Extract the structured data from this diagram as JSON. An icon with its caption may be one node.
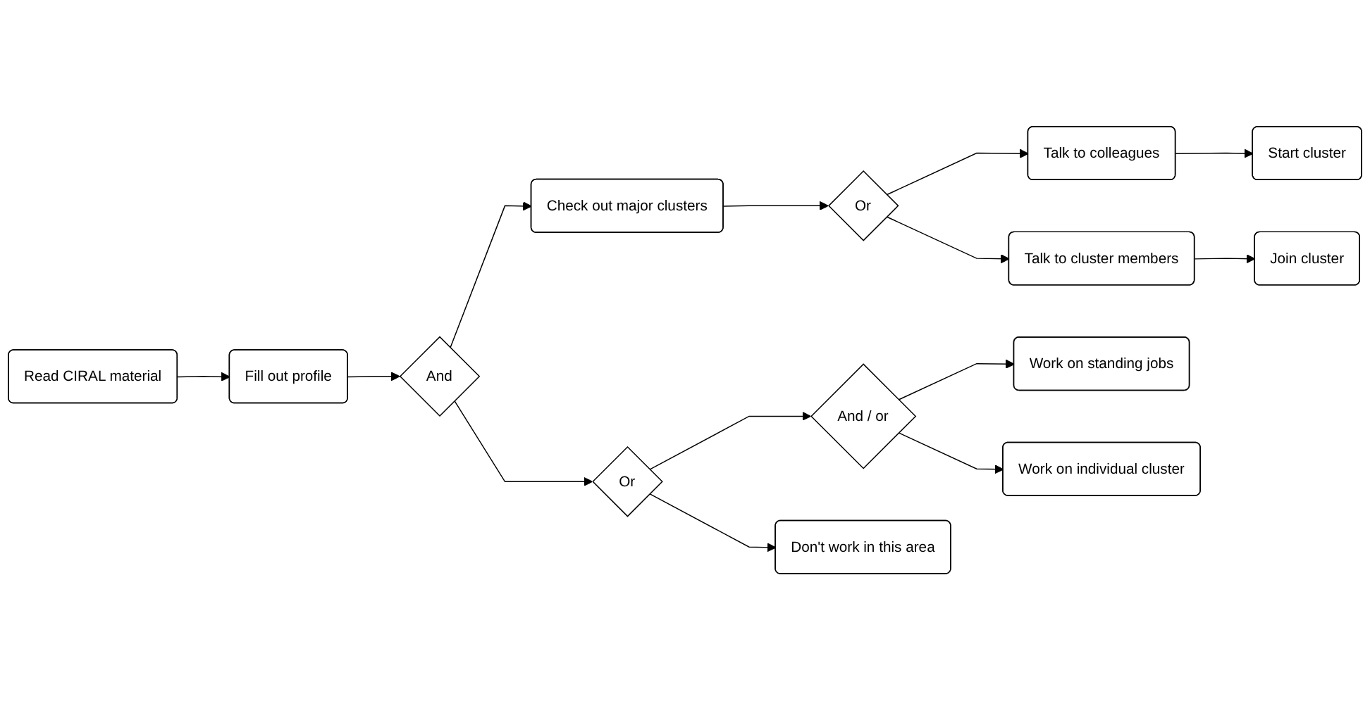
{
  "diagram": {
    "nodes": [
      {
        "text": [
          "Read CIRAL material"
        ]
      },
      {
        "text": [
          "Fill out profile"
        ]
      },
      {
        "text": [
          "And"
        ]
      },
      {
        "text": [
          "Check out major clusters"
        ]
      },
      {
        "text": [
          "Or"
        ]
      },
      {
        "text": [
          "Talk to colleagues"
        ]
      },
      {
        "text": [
          "Start cluster"
        ]
      },
      {
        "text": [
          "Talk to cluster members"
        ]
      },
      {
        "text": [
          "Join cluster"
        ]
      },
      {
        "text": [
          "Or"
        ]
      },
      {
        "text": [
          "And / or"
        ]
      },
      {
        "text": [
          "Work on standing jobs"
        ]
      },
      {
        "text": [
          "Work on individual cluster"
        ]
      },
      {
        "text": [
          "Don't work in this area"
        ]
      }
    ],
    "edges": [
      {
        "from": 0,
        "to": 1,
        "arrow": "to"
      },
      {
        "from": 1,
        "to": 2,
        "arrow": "to"
      },
      {
        "from": 2,
        "to": 3,
        "arrow": "to"
      },
      {
        "from": 2,
        "to": 9,
        "arrow": "to"
      },
      {
        "from": 3,
        "to": 4,
        "arrow": "to"
      },
      {
        "from": 4,
        "to": 5,
        "arrow": "to"
      },
      {
        "from": 4,
        "to": 7,
        "arrow": "to"
      },
      {
        "from": 5,
        "to": 6,
        "arrow": "to"
      },
      {
        "from": 7,
        "to": 8,
        "arrow": "to"
      },
      {
        "from": 9,
        "to": 10,
        "arrow": "to"
      },
      {
        "from": 9,
        "to": 13,
        "arrow": "to"
      },
      {
        "from": 10,
        "to": 11,
        "arrow": "to"
      },
      {
        "from": 10,
        "to": 12,
        "arrow": "to"
      }
    ]
  }
}
